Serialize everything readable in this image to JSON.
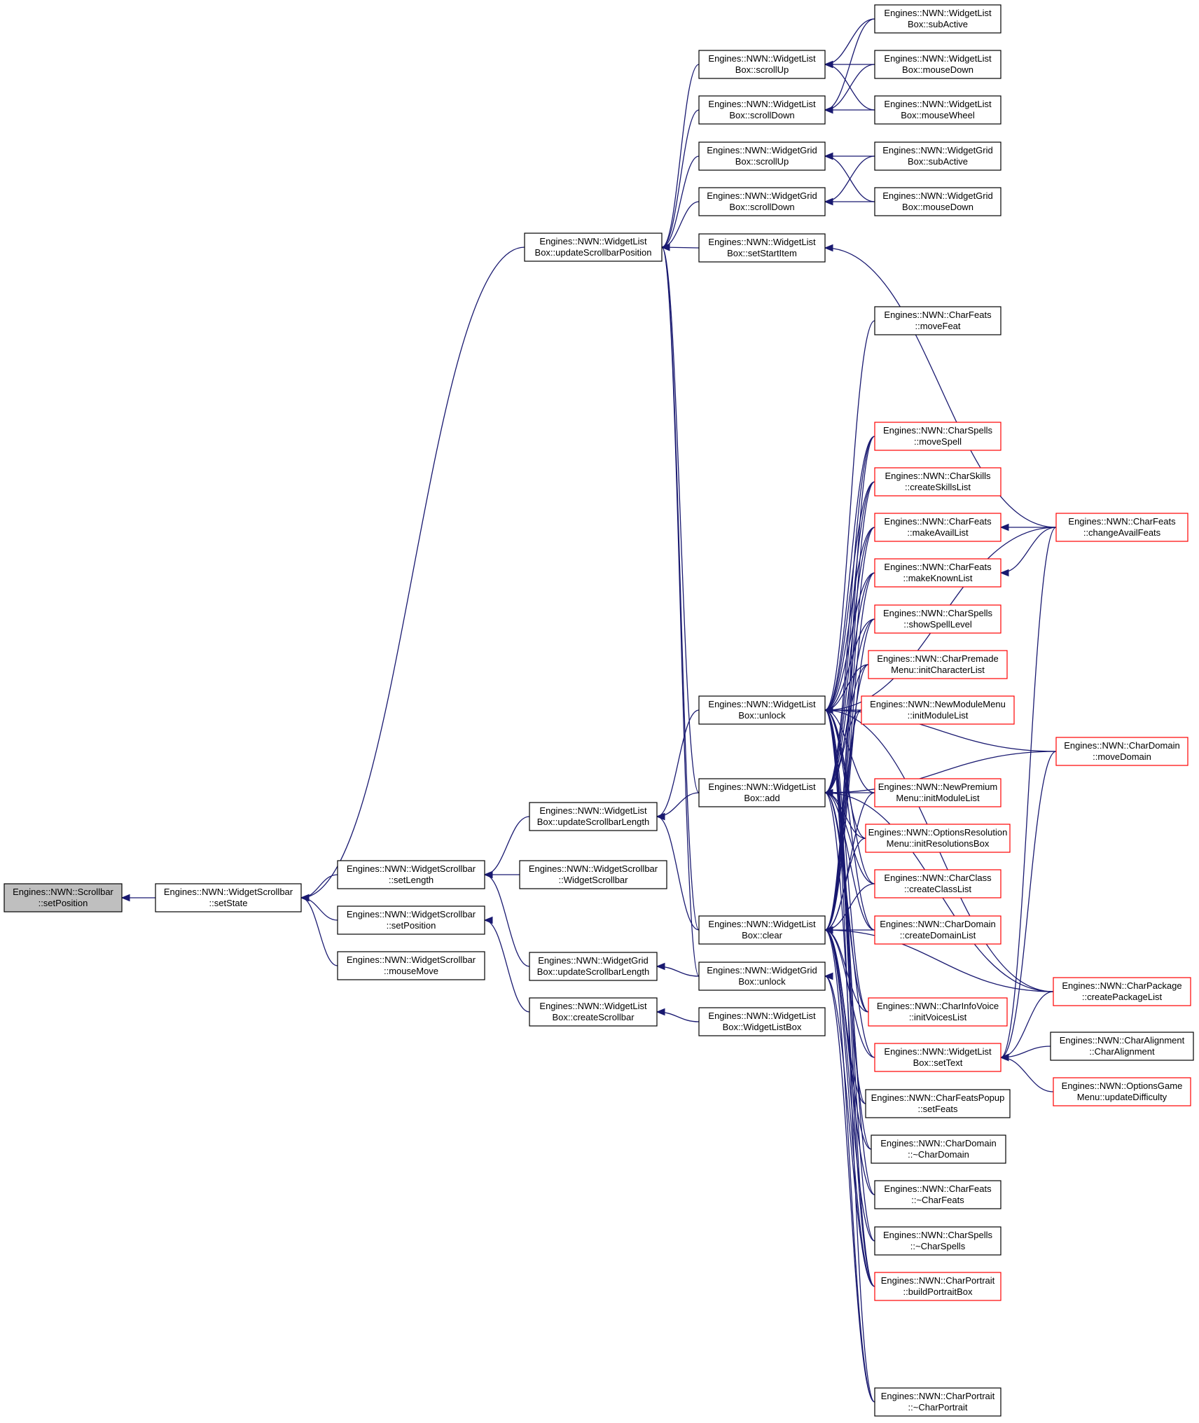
{
  "colors": {
    "edge": "#191970",
    "node_border": "#000000",
    "node_border_truncated": "#ff0000",
    "focus_fill": "#bfbfbf",
    "background": "#ffffff"
  },
  "nodes": [
    {
      "id": "n0",
      "l1": "Engines::NWN::Scrollbar",
      "l2": "::setPosition",
      "focus": true
    },
    {
      "id": "n1",
      "l1": "Engines::NWN::WidgetScrollbar",
      "l2": "::setState"
    },
    {
      "id": "n2",
      "l1": "Engines::NWN::WidgetScrollbar",
      "l2": "::setLength"
    },
    {
      "id": "n3",
      "l1": "Engines::NWN::WidgetScrollbar",
      "l2": "::setPosition"
    },
    {
      "id": "n4",
      "l1": "Engines::NWN::WidgetScrollbar",
      "l2": "::mouseMove"
    },
    {
      "id": "n5",
      "l1": "Engines::NWN::WidgetList",
      "l2": "Box::updateScrollbarPosition"
    },
    {
      "id": "n6",
      "l1": "Engines::NWN::WidgetList",
      "l2": "Box::updateScrollbarLength"
    },
    {
      "id": "n7",
      "l1": "Engines::NWN::WidgetScrollbar",
      "l2": "::WidgetScrollbar"
    },
    {
      "id": "n8",
      "l1": "Engines::NWN::WidgetGrid",
      "l2": "Box::updateScrollbarLength"
    },
    {
      "id": "n9",
      "l1": "Engines::NWN::WidgetList",
      "l2": "Box::createScrollbar"
    },
    {
      "id": "n10",
      "l1": "Engines::NWN::WidgetList",
      "l2": "Box::scrollUp"
    },
    {
      "id": "n11",
      "l1": "Engines::NWN::WidgetList",
      "l2": "Box::scrollDown"
    },
    {
      "id": "n12",
      "l1": "Engines::NWN::WidgetGrid",
      "l2": "Box::scrollUp"
    },
    {
      "id": "n13",
      "l1": "Engines::NWN::WidgetGrid",
      "l2": "Box::scrollDown"
    },
    {
      "id": "n14",
      "l1": "Engines::NWN::WidgetList",
      "l2": "Box::setStartItem"
    },
    {
      "id": "n15",
      "l1": "Engines::NWN::WidgetList",
      "l2": "Box::unlock"
    },
    {
      "id": "n16",
      "l1": "Engines::NWN::WidgetList",
      "l2": "Box::add"
    },
    {
      "id": "n17",
      "l1": "Engines::NWN::WidgetList",
      "l2": "Box::clear"
    },
    {
      "id": "n18",
      "l1": "Engines::NWN::WidgetGrid",
      "l2": "Box::unlock"
    },
    {
      "id": "n19",
      "l1": "Engines::NWN::WidgetList",
      "l2": "Box::WidgetListBox"
    },
    {
      "id": "n20",
      "l1": "Engines::NWN::WidgetList",
      "l2": "Box::subActive"
    },
    {
      "id": "n21",
      "l1": "Engines::NWN::WidgetList",
      "l2": "Box::mouseDown"
    },
    {
      "id": "n22",
      "l1": "Engines::NWN::WidgetList",
      "l2": "Box::mouseWheel"
    },
    {
      "id": "n23",
      "l1": "Engines::NWN::WidgetGrid",
      "l2": "Box::subActive"
    },
    {
      "id": "n24",
      "l1": "Engines::NWN::WidgetGrid",
      "l2": "Box::mouseDown"
    },
    {
      "id": "n25",
      "l1": "Engines::NWN::CharFeats",
      "l2": "::moveFeat"
    },
    {
      "id": "n26",
      "l1": "Engines::NWN::CharSpells",
      "l2": "::moveSpell",
      "red": true
    },
    {
      "id": "n27",
      "l1": "Engines::NWN::CharSkills",
      "l2": "::createSkillsList",
      "red": true
    },
    {
      "id": "n28",
      "l1": "Engines::NWN::CharFeats",
      "l2": "::makeAvailList",
      "red": true
    },
    {
      "id": "n29",
      "l1": "Engines::NWN::CharFeats",
      "l2": "::makeKnownList",
      "red": true
    },
    {
      "id": "n30",
      "l1": "Engines::NWN::CharSpells",
      "l2": "::showSpellLevel",
      "red": true
    },
    {
      "id": "n31",
      "l1": "Engines::NWN::CharPremade",
      "l2": "Menu::initCharacterList",
      "red": true
    },
    {
      "id": "n32",
      "l1": "Engines::NWN::NewModuleMenu",
      "l2": "::initModuleList",
      "red": true
    },
    {
      "id": "n33",
      "l1": "Engines::NWN::NewPremium",
      "l2": "Menu::initModuleList",
      "red": true
    },
    {
      "id": "n34",
      "l1": "Engines::NWN::OptionsResolution",
      "l2": "Menu::initResolutionsBox",
      "red": true
    },
    {
      "id": "n35",
      "l1": "Engines::NWN::CharClass",
      "l2": "::createClassList",
      "red": true
    },
    {
      "id": "n36",
      "l1": "Engines::NWN::CharDomain",
      "l2": "::createDomainList",
      "red": true
    },
    {
      "id": "n37",
      "l1": "Engines::NWN::CharInfoVoice",
      "l2": "::initVoicesList",
      "red": true
    },
    {
      "id": "n38",
      "l1": "Engines::NWN::WidgetList",
      "l2": "Box::setText",
      "red": true
    },
    {
      "id": "n39",
      "l1": "Engines::NWN::CharFeatsPopup",
      "l2": "::setFeats"
    },
    {
      "id": "n40",
      "l1": "Engines::NWN::CharDomain",
      "l2": "::~CharDomain"
    },
    {
      "id": "n41",
      "l1": "Engines::NWN::CharFeats",
      "l2": "::~CharFeats"
    },
    {
      "id": "n42",
      "l1": "Engines::NWN::CharSpells",
      "l2": "::~CharSpells"
    },
    {
      "id": "n43",
      "l1": "Engines::NWN::CharPortrait",
      "l2": "::buildPortraitBox",
      "red": true
    },
    {
      "id": "n44",
      "l1": "Engines::NWN::CharPortrait",
      "l2": "::~CharPortrait"
    },
    {
      "id": "n45",
      "l1": "Engines::NWN::CharFeats",
      "l2": "::changeAvailFeats",
      "red": true
    },
    {
      "id": "n46",
      "l1": "Engines::NWN::CharDomain",
      "l2": "::moveDomain",
      "red": true
    },
    {
      "id": "n47",
      "l1": "Engines::NWN::CharPackage",
      "l2": "::createPackageList",
      "red": true
    },
    {
      "id": "n48",
      "l1": "Engines::NWN::CharAlignment",
      "l2": "::CharAlignment"
    },
    {
      "id": "n49",
      "l1": "Engines::NWN::OptionsGame",
      "l2": "Menu::updateDifficulty",
      "red": true
    }
  ],
  "edges": [
    [
      "n1",
      "n0"
    ],
    [
      "n2",
      "n1"
    ],
    [
      "n3",
      "n1"
    ],
    [
      "n4",
      "n1"
    ],
    [
      "n5",
      "n1"
    ],
    [
      "n6",
      "n2"
    ],
    [
      "n7",
      "n2"
    ],
    [
      "n8",
      "n2"
    ],
    [
      "n9",
      "n3"
    ],
    [
      "n10",
      "n5"
    ],
    [
      "n11",
      "n5"
    ],
    [
      "n12",
      "n5"
    ],
    [
      "n13",
      "n5"
    ],
    [
      "n14",
      "n5"
    ],
    [
      "n16",
      "n5"
    ],
    [
      "n17",
      "n5"
    ],
    [
      "n18",
      "n5"
    ],
    [
      "n15",
      "n6"
    ],
    [
      "n16",
      "n6"
    ],
    [
      "n17",
      "n6"
    ],
    [
      "n18",
      "n8"
    ],
    [
      "n19",
      "n9"
    ],
    [
      "n20",
      "n10"
    ],
    [
      "n21",
      "n10"
    ],
    [
      "n22",
      "n10"
    ],
    [
      "n20",
      "n11"
    ],
    [
      "n21",
      "n11"
    ],
    [
      "n22",
      "n11"
    ],
    [
      "n23",
      "n12"
    ],
    [
      "n24",
      "n12"
    ],
    [
      "n23",
      "n13"
    ],
    [
      "n24",
      "n13"
    ],
    [
      "n45",
      "n14"
    ],
    [
      "n25",
      "n15"
    ],
    [
      "n26",
      "n15"
    ],
    [
      "n27",
      "n15"
    ],
    [
      "n28",
      "n15"
    ],
    [
      "n29",
      "n15"
    ],
    [
      "n30",
      "n15"
    ],
    [
      "n31",
      "n15"
    ],
    [
      "n32",
      "n15"
    ],
    [
      "n33",
      "n15"
    ],
    [
      "n34",
      "n15"
    ],
    [
      "n35",
      "n15"
    ],
    [
      "n36",
      "n15"
    ],
    [
      "n37",
      "n15"
    ],
    [
      "n39",
      "n15"
    ],
    [
      "n40",
      "n15"
    ],
    [
      "n41",
      "n15"
    ],
    [
      "n42",
      "n15"
    ],
    [
      "n43",
      "n15"
    ],
    [
      "n44",
      "n15"
    ],
    [
      "n45",
      "n15"
    ],
    [
      "n46",
      "n15"
    ],
    [
      "n47",
      "n15"
    ],
    [
      "n26",
      "n16"
    ],
    [
      "n27",
      "n16"
    ],
    [
      "n28",
      "n16"
    ],
    [
      "n29",
      "n16"
    ],
    [
      "n30",
      "n16"
    ],
    [
      "n31",
      "n16"
    ],
    [
      "n32",
      "n16"
    ],
    [
      "n33",
      "n16"
    ],
    [
      "n34",
      "n16"
    ],
    [
      "n35",
      "n16"
    ],
    [
      "n36",
      "n16"
    ],
    [
      "n37",
      "n16"
    ],
    [
      "n38",
      "n16"
    ],
    [
      "n43",
      "n16"
    ],
    [
      "n46",
      "n16"
    ],
    [
      "n47",
      "n16"
    ],
    [
      "n26",
      "n17"
    ],
    [
      "n27",
      "n17"
    ],
    [
      "n28",
      "n17"
    ],
    [
      "n29",
      "n17"
    ],
    [
      "n30",
      "n17"
    ],
    [
      "n31",
      "n17"
    ],
    [
      "n32",
      "n17"
    ],
    [
      "n33",
      "n17"
    ],
    [
      "n34",
      "n17"
    ],
    [
      "n35",
      "n17"
    ],
    [
      "n36",
      "n17"
    ],
    [
      "n37",
      "n17"
    ],
    [
      "n38",
      "n17"
    ],
    [
      "n39",
      "n17"
    ],
    [
      "n40",
      "n17"
    ],
    [
      "n41",
      "n17"
    ],
    [
      "n42",
      "n17"
    ],
    [
      "n43",
      "n17"
    ],
    [
      "n44",
      "n17"
    ],
    [
      "n47",
      "n17"
    ],
    [
      "n43",
      "n18"
    ],
    [
      "n44",
      "n18"
    ],
    [
      "n45",
      "n28"
    ],
    [
      "n45",
      "n29"
    ],
    [
      "n45",
      "n38"
    ],
    [
      "n46",
      "n38"
    ],
    [
      "n47",
      "n38"
    ],
    [
      "n48",
      "n38"
    ],
    [
      "n49",
      "n38"
    ]
  ]
}
